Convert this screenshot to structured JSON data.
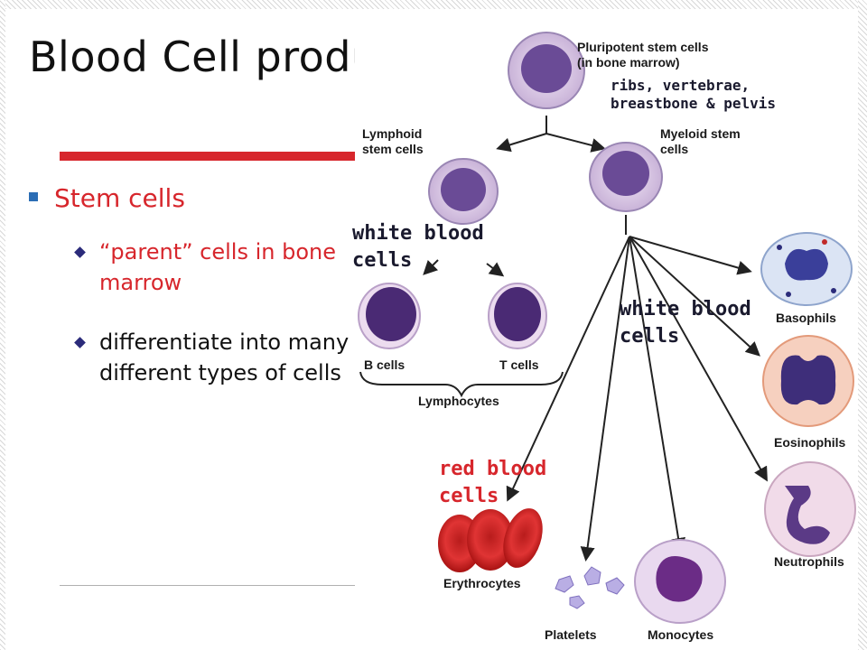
{
  "slide": {
    "title": "Blood Cell production",
    "bullet_main": "Stem cells",
    "sub_bullets": [
      "“parent” cells in bone marrow",
      "differentiate into many different types of cells"
    ]
  },
  "diagram": {
    "labels": {
      "pluripotent": "Pluripotent stem cells (in bone marrow)",
      "lymphoid": "Lymphoid stem cells",
      "myeloid": "Myeloid stem cells",
      "b_cells": "B cells",
      "t_cells": "T cells",
      "lymphocytes": "Lymphocytes",
      "basophils": "Basophils",
      "eosinophils": "Eosinophils",
      "neutrophils": "Neutrophils",
      "erythrocytes": "Erythrocytes",
      "platelets": "Platelets",
      "monocytes": "Monocytes"
    },
    "annotations": {
      "bone_locations": "ribs, vertebrae, breastbone & pelvis",
      "wbc_left": "white blood cells",
      "wbc_right": "white blood cells",
      "rbc": "red blood cells"
    },
    "colors": {
      "accent_red": "#d7262c",
      "annotation_dark": "#1a1a2e",
      "cell_purple": "#5b3a86"
    }
  }
}
